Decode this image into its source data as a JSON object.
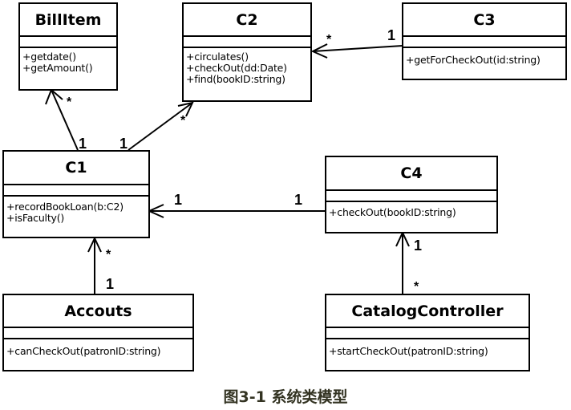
{
  "classes": {
    "billitem": {
      "name": "BillItem",
      "operations": [
        "+getdate()",
        "+getAmount()"
      ]
    },
    "c2": {
      "name": "C2",
      "operations": [
        "+circulates()",
        "+checkOut(dd:Date)",
        "+find(bookID:string)"
      ]
    },
    "c3": {
      "name": "C3",
      "operations": [
        "+getForCheckOut(id:string)"
      ]
    },
    "c1": {
      "name": "C1",
      "operations": [
        "+recordBookLoan(b:C2)",
        "+isFaculty()"
      ]
    },
    "c4": {
      "name": "C4",
      "operations": [
        "+checkOut(bookID:string)"
      ]
    },
    "accouts": {
      "name": "Accouts",
      "operations": [
        "+canCheckOut(patronID:string)"
      ]
    },
    "catalog": {
      "name": "CatalogController",
      "operations": [
        "+startCheckOut(patronID:string)"
      ]
    }
  },
  "associations": [
    {
      "from": "C1",
      "to": "BillItem",
      "from_mult": "1",
      "to_mult": "*"
    },
    {
      "from": "C1",
      "to": "C2",
      "from_mult": "1",
      "to_mult": "*"
    },
    {
      "from": "C3",
      "to": "C2",
      "from_mult": "1",
      "to_mult": "*"
    },
    {
      "from": "C4",
      "to": "C1",
      "from_mult": "1",
      "to_mult": "1"
    },
    {
      "from": "Accouts",
      "to": "C1",
      "from_mult": "1",
      "to_mult": "*"
    },
    {
      "from": "CatalogController",
      "to": "C4",
      "from_mult": "*",
      "to_mult": "1"
    }
  ],
  "labels": {
    "billitem_c1_star": "*",
    "billitem_c1_one": "1",
    "c1_c2_one": "1",
    "c1_c2_star": "*",
    "c3_c2_star": "*",
    "c3_c2_one": "1",
    "c4_c1_left": "1",
    "c4_c1_right": "1",
    "accouts_c1_star": "*",
    "accouts_c1_one": "1",
    "catalog_c4_one": "1",
    "catalog_c4_star": "*"
  },
  "caption": "图3-1 系统类模型"
}
